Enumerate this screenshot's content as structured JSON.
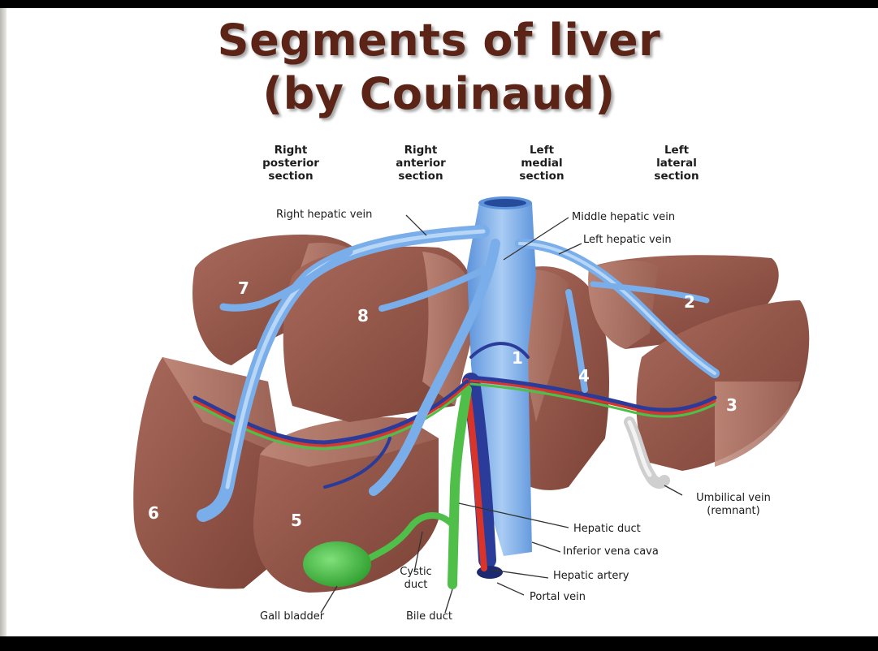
{
  "title": {
    "line1": "Segments of liver",
    "line2": "(by Couinaud)"
  },
  "sections": [
    {
      "line1": "Right",
      "line2": "posterior",
      "line3": "section"
    },
    {
      "line1": "Right",
      "line2": "anterior",
      "line3": "section"
    },
    {
      "line1": "Left",
      "line2": "medial",
      "line3": "section"
    },
    {
      "line1": "Left",
      "line2": "lateral",
      "line3": "section"
    }
  ],
  "labels": {
    "right_hepatic_vein": "Right hepatic vein",
    "middle_hepatic_vein": "Middle hepatic vein",
    "left_hepatic_vein": "Left hepatic vein",
    "umbilical_vein_1": "Umbilical vein",
    "umbilical_vein_2": "(remnant)",
    "hepatic_duct": "Hepatic duct",
    "inferior_vena_cava": "Inferior vena cava",
    "hepatic_artery": "Hepatic artery",
    "portal_vein": "Portal vein",
    "cystic_duct_1": "Cystic",
    "cystic_duct_2": "duct",
    "gall_bladder": "Gall bladder",
    "bile_duct": "Bile duct"
  },
  "segments": [
    "1",
    "2",
    "3",
    "4",
    "5",
    "6",
    "7",
    "8"
  ],
  "colors": {
    "title": "#5b2417",
    "liver": "#8f5548",
    "liver_cut": "#a97466",
    "vein": "#7fb0e8",
    "portal_vein": "#2b3b9a",
    "hepatic_artery": "#d8342a",
    "bile_duct": "#4fbf49",
    "gall_bladder": "#3cbf3c",
    "umbilical_remnant": "#d7d7d7"
  }
}
